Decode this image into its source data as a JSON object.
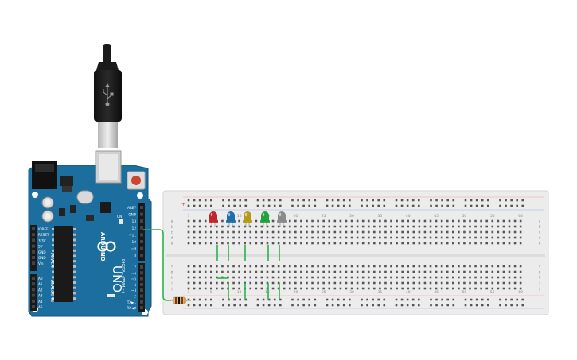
{
  "canvas": {
    "title": "Arduino Uno with breadboard LED circuit"
  },
  "usb_cable": {
    "icon": "usb-icon"
  },
  "arduino": {
    "brand": "ARDUINO",
    "model": "UNO",
    "power_header_title": "POWER",
    "analog_header_title": "ANALOG IN",
    "digital_header_title": "DIGITAL (PWM ~)",
    "power_pins": [
      "IOREF",
      "RESET",
      "3.3V",
      "5V",
      "GND",
      "GND",
      "Vin"
    ],
    "analog_pins": [
      "A0",
      "A1",
      "A2",
      "A3",
      "A4",
      "A5"
    ],
    "digital_pins_top": [
      "AREF",
      "GND",
      "13",
      "12",
      "~11",
      "~10",
      "~9",
      "8"
    ],
    "digital_pins_bottom": [
      "7",
      "~6",
      "~5",
      "4",
      "~3",
      "2",
      "TX▶1",
      "RX◀0"
    ],
    "on_label": "ON",
    "l_label": "L",
    "tx_label": "TX",
    "rx_label": "RX"
  },
  "breadboard": {
    "column_numbers_top": [
      "1",
      "5",
      "10",
      "15",
      "20",
      "25",
      "30",
      "35",
      "40",
      "45",
      "50",
      "55",
      "60"
    ],
    "column_numbers_bottom": [
      "1",
      "5",
      "10",
      "15",
      "20",
      "25",
      "30",
      "35",
      "40",
      "45",
      "50",
      "55",
      "60"
    ],
    "row_letters_top": [
      "a",
      "b",
      "c",
      "d",
      "e"
    ],
    "row_letters_bottom": [
      "f",
      "g",
      "h",
      "i",
      "j"
    ],
    "rail_mark_top": "+",
    "rail_mark_bottom": "−"
  },
  "components": {
    "leds": [
      {
        "name": "red-led",
        "color": "#c0272d"
      },
      {
        "name": "blue-led",
        "color": "#1d6fa8"
      },
      {
        "name": "yellow-led",
        "color": "#b39b1a"
      },
      {
        "name": "green-led",
        "color": "#22a33a"
      },
      {
        "name": "white-led",
        "color": "#8a8a8a"
      }
    ],
    "resistor": {
      "name": "resistor",
      "icon": "resistor-icon"
    },
    "wire_color": "#2bb34a"
  },
  "colors": {
    "board": "#1c6e9e",
    "board_dark": "#135479",
    "breadboard": "#ececec",
    "hole": "#555555"
  }
}
